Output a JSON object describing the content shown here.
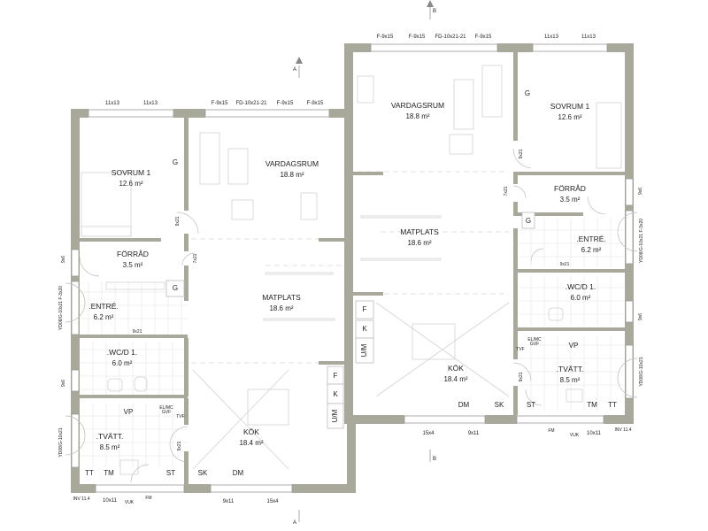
{
  "sections": {
    "a": "A",
    "b": "B"
  },
  "left_unit": {
    "rooms": {
      "sovrum": {
        "name": "SOVRUM 1",
        "area": "12.6 m²"
      },
      "vardagsrum": {
        "name": "VARDAGSRUM",
        "area": "18.8 m²"
      },
      "forrad": {
        "name": "FÖRRÅD",
        "area": "3.5 m²"
      },
      "matplats": {
        "name": "MATPLATS",
        "area": "18.6 m²"
      },
      "entre": {
        "name": ".ENTRÉ.",
        "area": "6.2 m²"
      },
      "wcd": {
        "name": ".WC/D 1.",
        "area": "6.0 m²"
      },
      "tvatt": {
        "name": ".TVÄTT.",
        "area": "8.5 m²"
      },
      "kok": {
        "name": "KÖK",
        "area": "18.4 m²"
      }
    },
    "fixtures": {
      "g_sovrum": "G",
      "g_entre": "G",
      "vp": "VP",
      "elmc": "EL/MC",
      "gvf": "GVF",
      "tvf": "TVF",
      "tt": "TT",
      "tm": "TM",
      "st": "ST",
      "sk": "SK",
      "dm": "DM",
      "f": "F",
      "k": "K",
      "um": "U/M"
    },
    "windows": {
      "w_sov1": "11x13",
      "w_sov2": "11x13",
      "w_f1": "F-9x15",
      "w_fd": "FD-10x21-21",
      "w_f2": "F-9x15",
      "w_f3": "F-9x15",
      "w_bot1": "9x11",
      "w_bot2": "15x4",
      "w_bot3": "10x11",
      "fm": "FM",
      "vuk": "VUK",
      "inv": "INV 11.4"
    },
    "doors": {
      "d_sov": "9x21",
      "d_forrad": "7x21",
      "d_wc": "9x21",
      "d_tvatt": "9x21",
      "s_9x6a": "9x6",
      "s_ytd": "YD08/G-10x21 F-3x20",
      "s_9x6b": "9x6",
      "s_ytd2": "YD08/G-10x21"
    }
  },
  "right_unit": {
    "rooms": {
      "vardagsrum": {
        "name": "VARDAGSRUM",
        "area": "18.8 m²"
      },
      "sovrum": {
        "name": "SOVRUM 1",
        "area": "12.6 m²"
      },
      "forrad": {
        "name": "FÖRRÅD",
        "area": "3.5 m²"
      },
      "matplats": {
        "name": "MATPLATS",
        "area": "18.6 m²"
      },
      "entre": {
        "name": ".ENTRÉ.",
        "area": "6.2 m²"
      },
      "wcd": {
        "name": ".WC/D 1.",
        "area": "6.0 m²"
      },
      "kok": {
        "name": "KÖK",
        "area": "18.4 m²"
      },
      "tvatt": {
        "name": ".TVÄTT.",
        "area": "8.5 m²"
      }
    },
    "fixtures": {
      "g_sovrum": "G",
      "g_entre": "G",
      "vp": "VP",
      "elmc": "EL/MC",
      "gvf": "GVF",
      "tvf": "TVF",
      "st": "ST",
      "tm": "TM",
      "tt": "TT",
      "dm": "DM",
      "sk": "SK",
      "f": "F",
      "k": "K",
      "um": "U/M"
    },
    "windows": {
      "w_f1": "F-9x15",
      "w_f2": "F-9x15",
      "w_fd": "FD-10x21-21",
      "w_f3": "F-9x15",
      "w_sov1": "11x13",
      "w_sov2": "11x13",
      "w_bot1": "15x4",
      "w_bot2": "9x11",
      "fm": "FM",
      "vuk": "VUK",
      "w_bot3": "10x11",
      "inv": "INV 11.4"
    },
    "doors": {
      "d_sov": "9x21",
      "d_forrad": "7x21",
      "d_entre": "9x21",
      "d_tvatt": "9x21",
      "s_9x6a": "9x6",
      "s_ytd": "YD08/G-10x21 F-3x20",
      "s_9x6b": "9x6",
      "s_ytd2": "YD08/G-10x21"
    }
  }
}
